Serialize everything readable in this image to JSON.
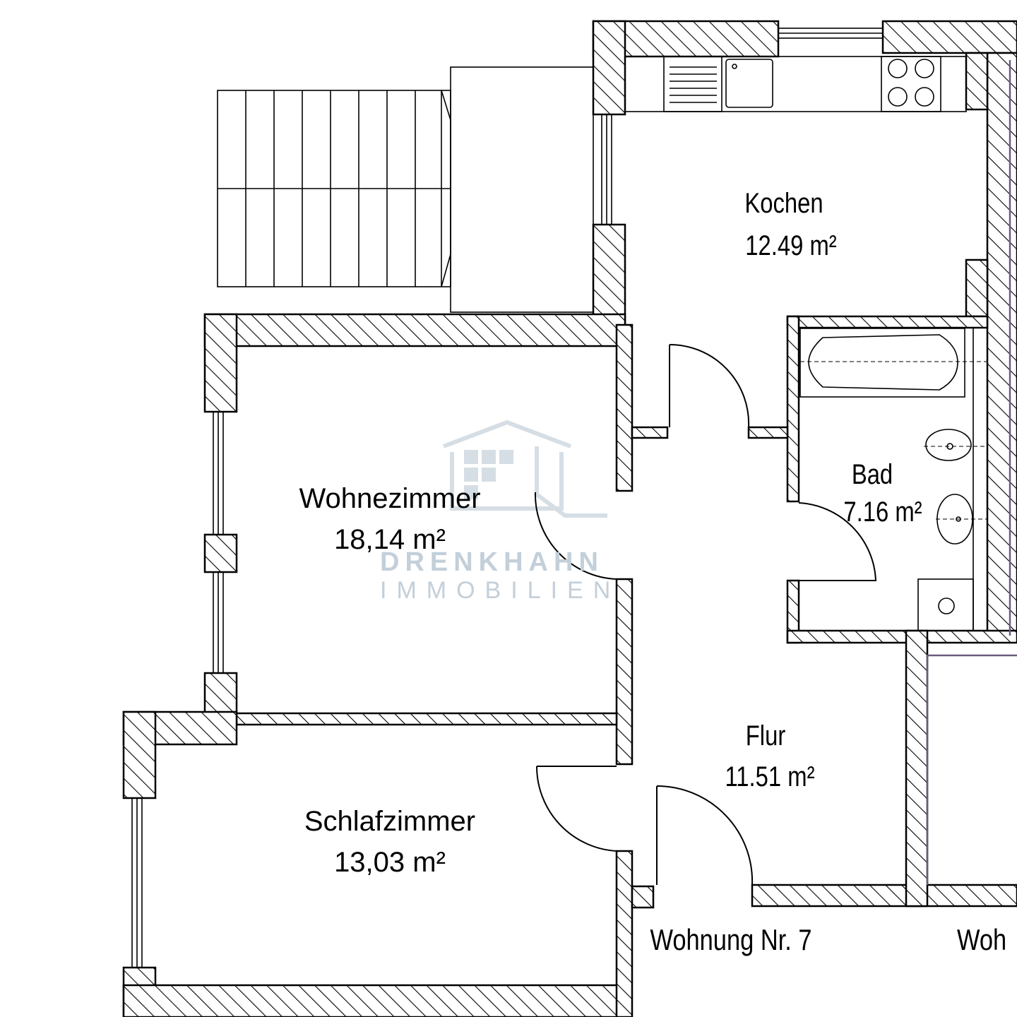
{
  "rooms": {
    "kochen": {
      "name": "Kochen",
      "area": "12.49 m²"
    },
    "bad": {
      "name": "Bad",
      "area": "7.16 m²"
    },
    "wohnzimmer": {
      "name": "Wohnezimmer",
      "area": "18,14 m²"
    },
    "schlafzimmer": {
      "name": "Schlafzimmer",
      "area": "13,03 m²"
    },
    "flur": {
      "name": "Flur",
      "area": "11.51 m²"
    }
  },
  "units": {
    "current": "Wohnung Nr. 7",
    "neighbor": "Woh"
  },
  "watermark": {
    "line1": "DRENKHAHN",
    "line2": "IMMOBILIEN",
    "color": "#c3cfd9"
  },
  "colors": {
    "wall": "#000000",
    "accent_wall": "#6a5a7e"
  }
}
